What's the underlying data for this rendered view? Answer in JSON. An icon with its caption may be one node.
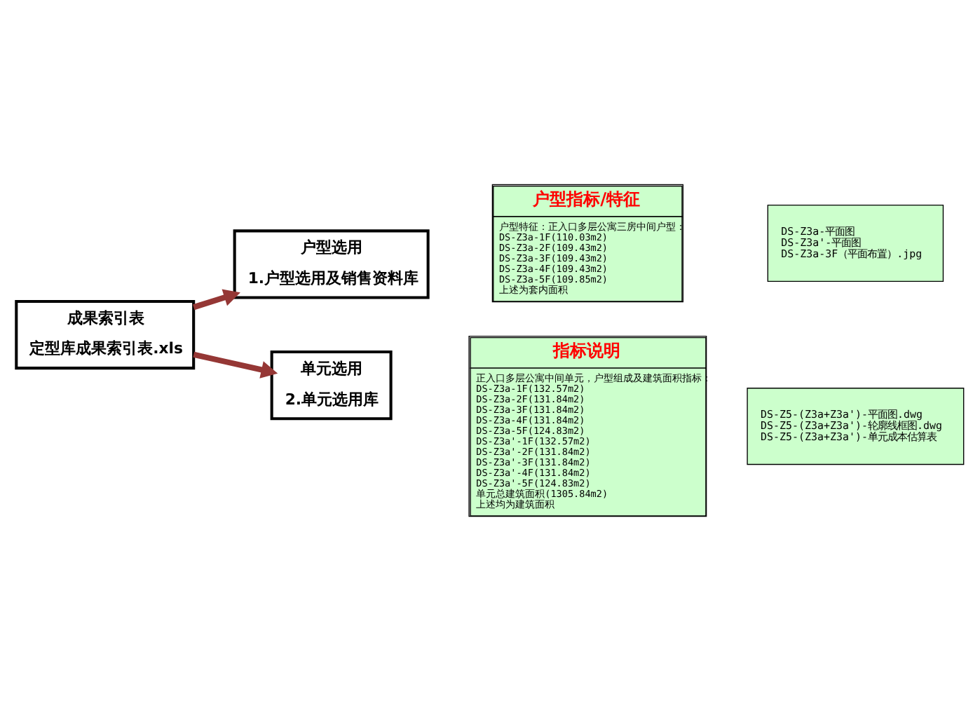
{
  "diagram": {
    "nodes": [
      {
        "text": [
          "成果索引表",
          "定型库成果索引表.xls"
        ]
      },
      {
        "text": [
          "户型选用",
          "1.户型选用及销售资料库"
        ]
      },
      {
        "text": [
          "单元选用",
          "2.单元选用库"
        ]
      },
      {
        "text": [
          "户型指标/特征",
          "户型特征：正入口多层公寓三房中间户型：",
          "DS-Z3a-1F(110.03m2)",
          "DS-Z3a-2F(109.43m2)",
          "DS-Z3a-3F(109.43m2)",
          "DS-Z3a-4F(109.43m2)",
          "DS-Z3a-5F(109.85m2)",
          "上述为套内面积"
        ]
      },
      {
        "text": [
          "DS-Z3a-平面图",
          "DS-Z3a'-平面图",
          "DS-Z3a-3F（平面布置）.jpg"
        ]
      },
      {
        "text": [
          "指标说明",
          "正入口多层公寓中间单元，户型组成及建筑面积指标：",
          "DS-Z3a-1F(132.57m2)",
          "DS-Z3a-2F(131.84m2)",
          "DS-Z3a-3F(131.84m2)",
          "DS-Z3a-4F(131.84m2)",
          "DS-Z3a-5F(124.83m2)",
          "DS-Z3a'-1F(132.57m2)",
          "DS-Z3a'-2F(131.84m2)",
          "DS-Z3a'-3F(131.84m2)",
          "DS-Z3a'-4F(131.84m2)",
          "DS-Z3a'-5F(124.83m2)",
          "单元总建筑面积(1305.84m2)",
          "上述均为建筑面积"
        ]
      },
      {
        "text": [
          "DS-Z5-(Z3a+Z3a')-平面图.dwg",
          "DS-Z5-(Z3a+Z3a')-轮廓线框图.dwg",
          "DS-Z5-(Z3a+Z3a')-单元成本估算表"
        ]
      }
    ],
    "edges": [
      {
        "from": 0,
        "to": 1,
        "arrow": "to"
      },
      {
        "from": 0,
        "to": 2,
        "arrow": "to"
      }
    ]
  }
}
